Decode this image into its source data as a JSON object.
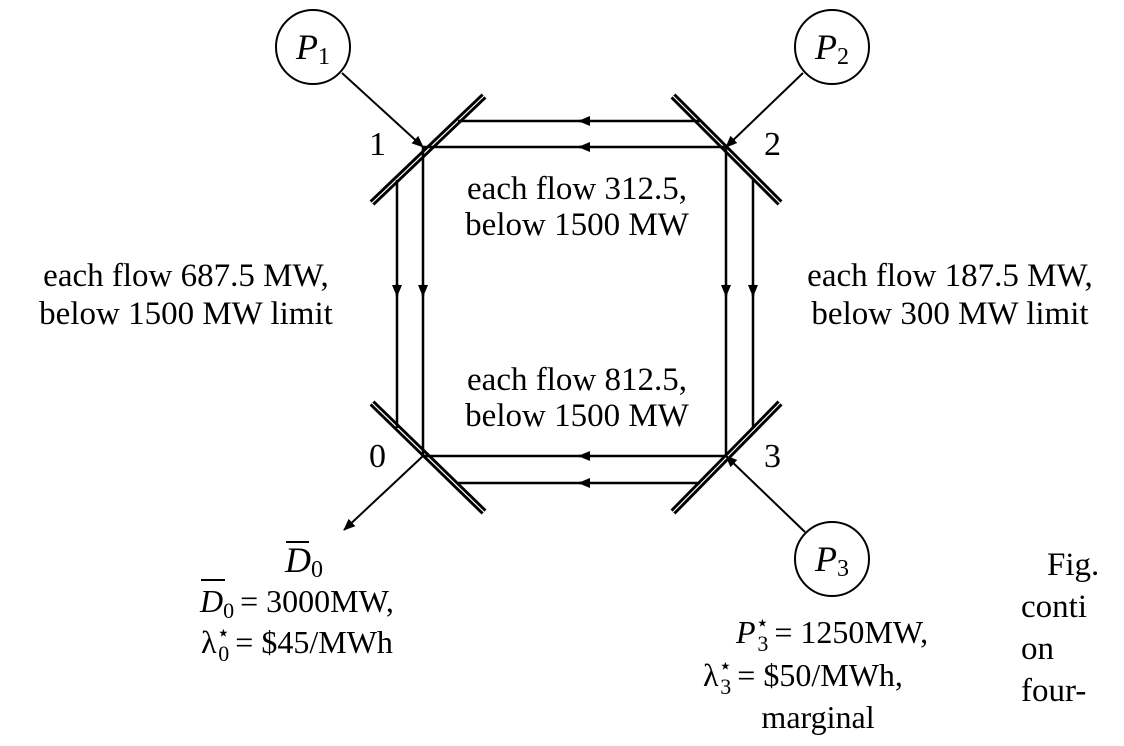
{
  "nodes": {
    "n0": "0",
    "n1": "1",
    "n2": "2",
    "n3": "3"
  },
  "generators": {
    "p1": {
      "symbol": "P",
      "sub": "1"
    },
    "p2": {
      "symbol": "P",
      "sub": "2"
    },
    "p3": {
      "symbol": "P",
      "sub": "3"
    }
  },
  "lines": {
    "top": {
      "line1": "each flow 312.5,",
      "line2": "below 1500 MW"
    },
    "bottom": {
      "line1": "each flow 812.5,",
      "line2": "below 1500 MW"
    },
    "left": {
      "line1": "each flow 687.5 MW,",
      "line2": "below 1500 MW limit"
    },
    "right": {
      "line1": "each flow 187.5 MW,",
      "line2": "below 300 MW limit"
    }
  },
  "demand": {
    "symbol": "D",
    "sub": "0",
    "eq_value": "= 3000MW,",
    "price_symbol": "λ",
    "price_sub": "0",
    "price_sup": "⋆",
    "price_value": "= $45/MWh"
  },
  "gen3_result": {
    "symbol": "P",
    "sub": "3",
    "sup": "⋆",
    "eq_value": "= 1250MW,",
    "price_symbol": "λ",
    "price_sub": "3",
    "price_sup": "⋆",
    "price_value": "= $50/MWh,",
    "note": "marginal"
  },
  "caption_fragment": {
    "line1": "Fig.",
    "line2": "conti",
    "line3": "on",
    "line4": "four-"
  }
}
